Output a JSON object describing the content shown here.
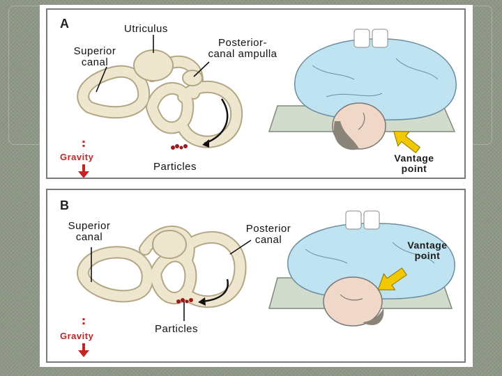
{
  "panel_a": {
    "letter": "A",
    "utriculus": "Utriculus",
    "superior_canal": [
      "Superior",
      "canal"
    ],
    "posterior_ampulla": [
      "Posterior-",
      "canal ampulla"
    ],
    "gravity": "Gravity",
    "particles": "Particles",
    "vantage": [
      "Vantage",
      "point"
    ]
  },
  "panel_b": {
    "letter": "B",
    "superior_canal": [
      "Superior",
      "canal"
    ],
    "posterior_canal": [
      "Posterior",
      "canal"
    ],
    "gravity": "Gravity",
    "particles": "Particles",
    "vantage": [
      "Vantage",
      "point"
    ]
  },
  "colors": {
    "labyrinth": "#efe6cf",
    "labyrinth_outline": "#b2a684",
    "particles": "#a01818",
    "gravity": "#c42424",
    "arrow": "#f2c800",
    "sheet": "#bfe3f0",
    "table": "#d2dccc",
    "hair": "#8a8478"
  }
}
